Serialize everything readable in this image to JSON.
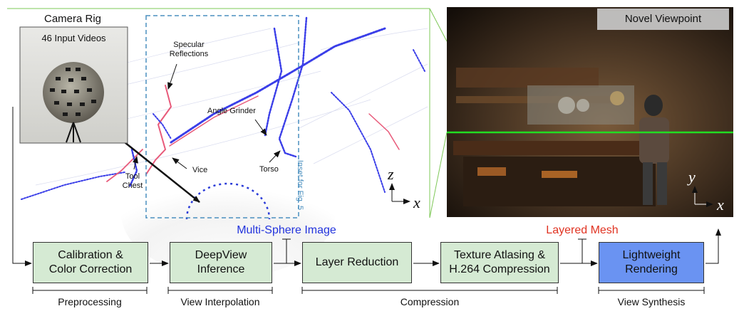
{
  "left_panel": {
    "camera_rig_title": "Camera Rig",
    "input_videos_label": "46 Input Videos",
    "annotations": {
      "specular_line1": "Specular",
      "specular_line2": "Reflections",
      "angle_grinder": "Angle Grinder",
      "vice": "Vice",
      "tool_line1": "Tool",
      "tool_line2": "Chest",
      "torso": "Torso",
      "inset": "Inset for Fig. 5"
    },
    "axes": {
      "vertical": "z",
      "horizontal": "x"
    }
  },
  "right_panel": {
    "title": "Novel Viewpoint",
    "axes": {
      "vertical": "y",
      "horizontal": "x"
    }
  },
  "pipeline": {
    "stages": [
      {
        "line1": "Calibration &",
        "line2": "Color Correction",
        "color": "#d5ead3"
      },
      {
        "line1": "DeepView",
        "line2": "Inference",
        "color": "#d5ead3"
      },
      {
        "line1": "Layer Reduction",
        "line2": "",
        "color": "#d5ead3"
      },
      {
        "line1": "Texture Atlasing &",
        "line2": "H.264 Compression",
        "color": "#d5ead3"
      },
      {
        "line1": "Lightweight",
        "line2": "Rendering",
        "color": "#6a93f2"
      }
    ],
    "intermediate": [
      {
        "label": "Multi-Sphere Image",
        "color": "#2233dd"
      },
      {
        "label": "Layered Mesh",
        "color": "#e03322"
      }
    ],
    "brackets": [
      {
        "label": "Preprocessing"
      },
      {
        "label": "View Interpolation"
      },
      {
        "label": "Compression"
      },
      {
        "label": "View Synthesis"
      }
    ]
  },
  "colors": {
    "frame": "#7ec857",
    "viewline": "#22dd22",
    "inset": "#4a8fbf"
  }
}
